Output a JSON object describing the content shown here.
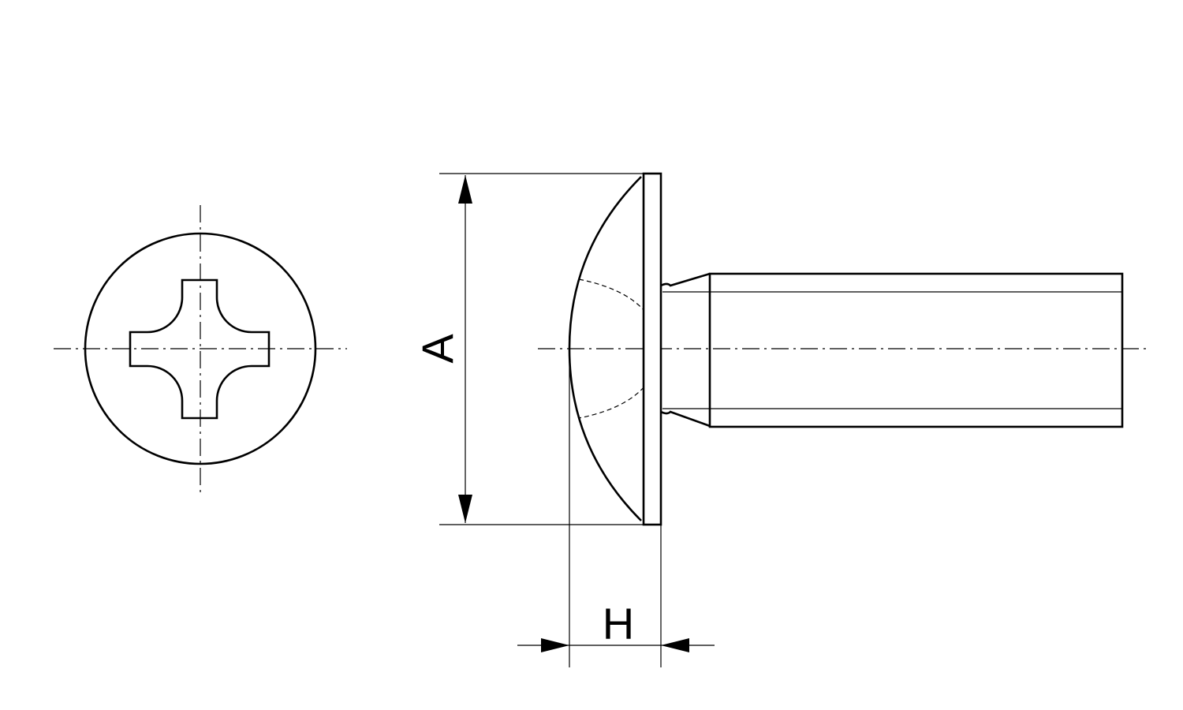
{
  "diagram": {
    "dimension_labels": {
      "head_diameter": "A",
      "head_height": "H"
    },
    "views": [
      "top-view-phillips-head",
      "side-view-truss-head-screw"
    ],
    "colors": {
      "line": "#000000",
      "background": "#ffffff"
    }
  }
}
